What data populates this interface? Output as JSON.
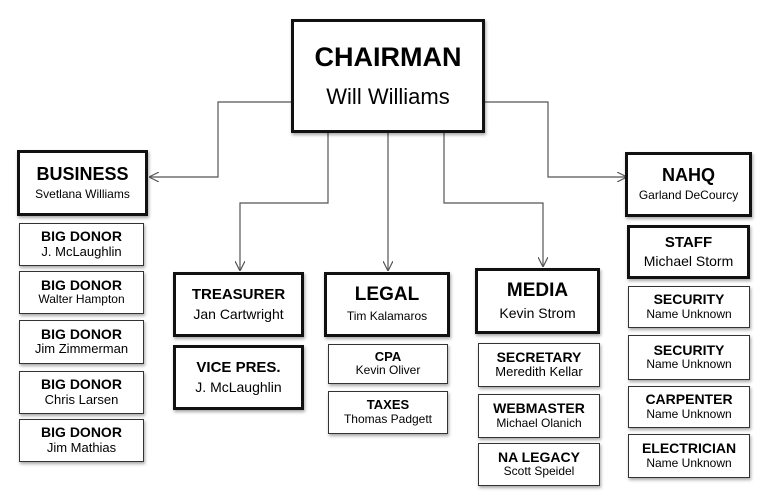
{
  "colors": {
    "line": "#555555",
    "border": "#111111",
    "background": "#ffffff"
  },
  "chairman": {
    "title": "CHAIRMAN",
    "name": "Will Williams"
  },
  "business": {
    "head": {
      "title": "BUSINESS",
      "name": "Svetlana Williams"
    },
    "items": [
      {
        "title": "BIG DONOR",
        "name": "J. McLaughlin"
      },
      {
        "title": "BIG DONOR",
        "name": "Walter Hampton"
      },
      {
        "title": "BIG DONOR",
        "name": "Jim Zimmerman"
      },
      {
        "title": "BIG DONOR",
        "name": "Chris Larsen"
      },
      {
        "title": "BIG DONOR",
        "name": "Jim Mathias"
      }
    ]
  },
  "treasurer": {
    "head": {
      "title": "TREASURER",
      "name": "Jan Cartwright"
    },
    "items": [
      {
        "title": "VICE PRES.",
        "name": "J. McLaughlin"
      }
    ]
  },
  "legal": {
    "head": {
      "title": "LEGAL",
      "name": "Tim Kalamaros"
    },
    "items": [
      {
        "title": "CPA",
        "name": "Kevin Oliver"
      },
      {
        "title": "TAXES",
        "name": "Thomas Padgett"
      }
    ]
  },
  "media": {
    "head": {
      "title": "MEDIA",
      "name": "Kevin Strom"
    },
    "items": [
      {
        "title": "SECRETARY",
        "name": "Meredith Kellar"
      },
      {
        "title": "WEBMASTER",
        "name": "Michael Olanich"
      },
      {
        "title": "NA LEGACY",
        "name": "Scott Speidel"
      }
    ]
  },
  "nahq": {
    "head": {
      "title": "NAHQ",
      "name": "Garland DeCourcy"
    },
    "items": [
      {
        "title": "STAFF",
        "name": "Michael Storm"
      },
      {
        "title": "SECURITY",
        "name": "Name Unknown"
      },
      {
        "title": "SECURITY",
        "name": "Name Unknown"
      },
      {
        "title": "CARPENTER",
        "name": "Name Unknown"
      },
      {
        "title": "ELECTRICIAN",
        "name": "Name Unknown"
      }
    ]
  }
}
